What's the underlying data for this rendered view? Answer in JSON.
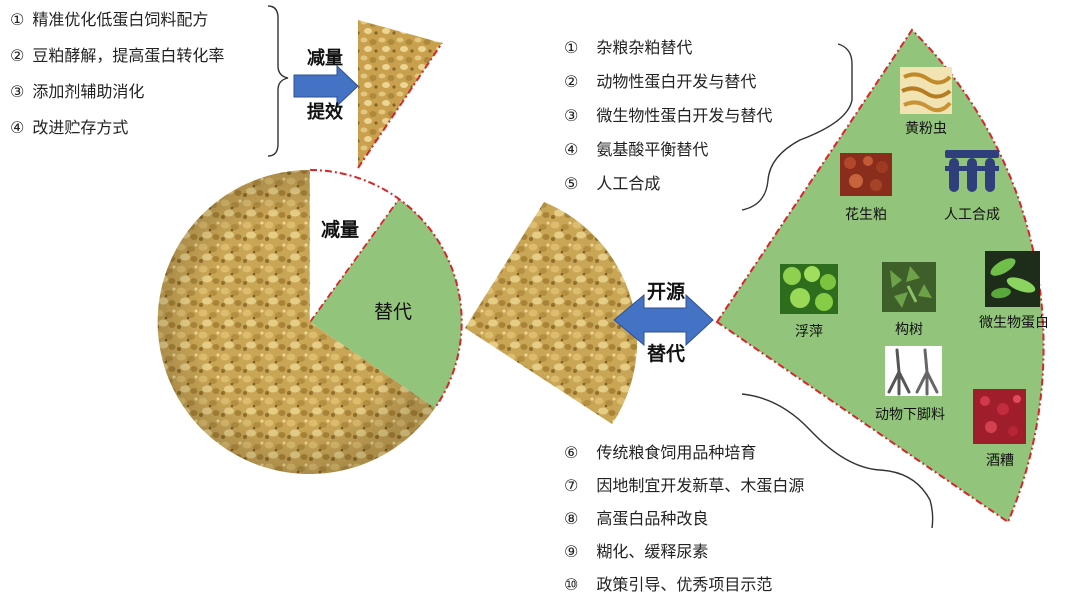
{
  "colors": {
    "soy": "#c9a556",
    "soy_dark": "#8f6f2c",
    "soy_light": "#ead28a",
    "green": "#92c47b",
    "red_dash": "#d6262b",
    "arrow_blue": "#4472c4"
  },
  "left_list": {
    "items": [
      {
        "num": "①",
        "text": "精准优化低蛋白饲料配方"
      },
      {
        "num": "②",
        "text": "豆粕酵解，提高蛋白转化率"
      },
      {
        "num": "③",
        "text": "添加剂辅助消化"
      },
      {
        "num": "④",
        "text": "改进贮存方式"
      }
    ]
  },
  "top_arrow": {
    "label_top": "减量",
    "label_bottom": "提效"
  },
  "circle": {
    "reduce_label": "减量",
    "replace_label": "替代"
  },
  "double_arrow": {
    "label_top": "开源",
    "label_bottom": "替代"
  },
  "top_right_list": {
    "items": [
      {
        "num": "①",
        "text": "杂粮杂粕替代"
      },
      {
        "num": "②",
        "text": "动物性蛋白开发与替代"
      },
      {
        "num": "③",
        "text": "微生物性蛋白开发与替代"
      },
      {
        "num": "④",
        "text": "氨基酸平衡替代"
      },
      {
        "num": "⑤",
        "text": "人工合成"
      }
    ]
  },
  "bottom_right_list": {
    "items": [
      {
        "num": "⑥",
        "text": "传统粮食饲用品种培育"
      },
      {
        "num": "⑦",
        "text": "因地制宜开发新草、木蛋白源"
      },
      {
        "num": "⑧",
        "text": "高蛋白品种改良"
      },
      {
        "num": "⑨",
        "text": "糊化、缓释尿素"
      },
      {
        "num": "⑩",
        "text": "政策引导、优秀项目示范"
      }
    ]
  },
  "sources": [
    {
      "label": "黄粉虫",
      "icon": "mealworm-icon"
    },
    {
      "label": "花生粕",
      "icon": "peanut-meal-icon"
    },
    {
      "label": "人工合成",
      "icon": "test-tubes-icon"
    },
    {
      "label": "浮萍",
      "icon": "duckweed-icon"
    },
    {
      "label": "构树",
      "icon": "paper-mulberry-icon"
    },
    {
      "label": "微生物蛋白",
      "icon": "microbe-icon"
    },
    {
      "label": "动物下脚料",
      "icon": "chicken-feet-icon"
    },
    {
      "label": "酒糟",
      "icon": "distillers-grains-icon"
    }
  ]
}
